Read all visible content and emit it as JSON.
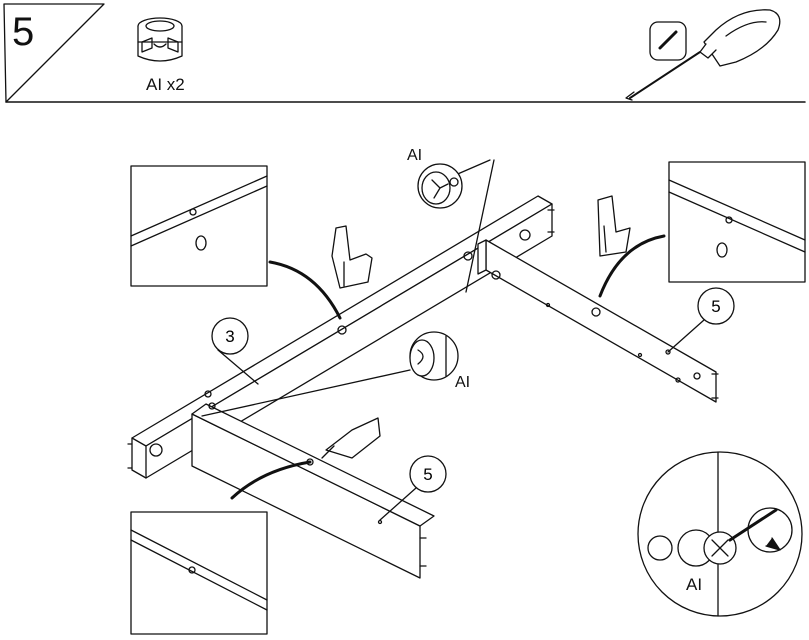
{
  "step": {
    "number": "5"
  },
  "parts": {
    "label": "AI x2"
  },
  "callouts": {
    "top": "AI",
    "middle": "AI",
    "detail": "AI"
  },
  "panel_numbers": {
    "back_rail": "3",
    "right_side": "5",
    "left_side": "5"
  },
  "icons": [
    "cam-lock-fitting-icon",
    "screwdriver-icon",
    "finger-press-icon"
  ],
  "colors": {
    "line": "#111111",
    "panel": "#ffffff",
    "background": "#ffffff"
  }
}
